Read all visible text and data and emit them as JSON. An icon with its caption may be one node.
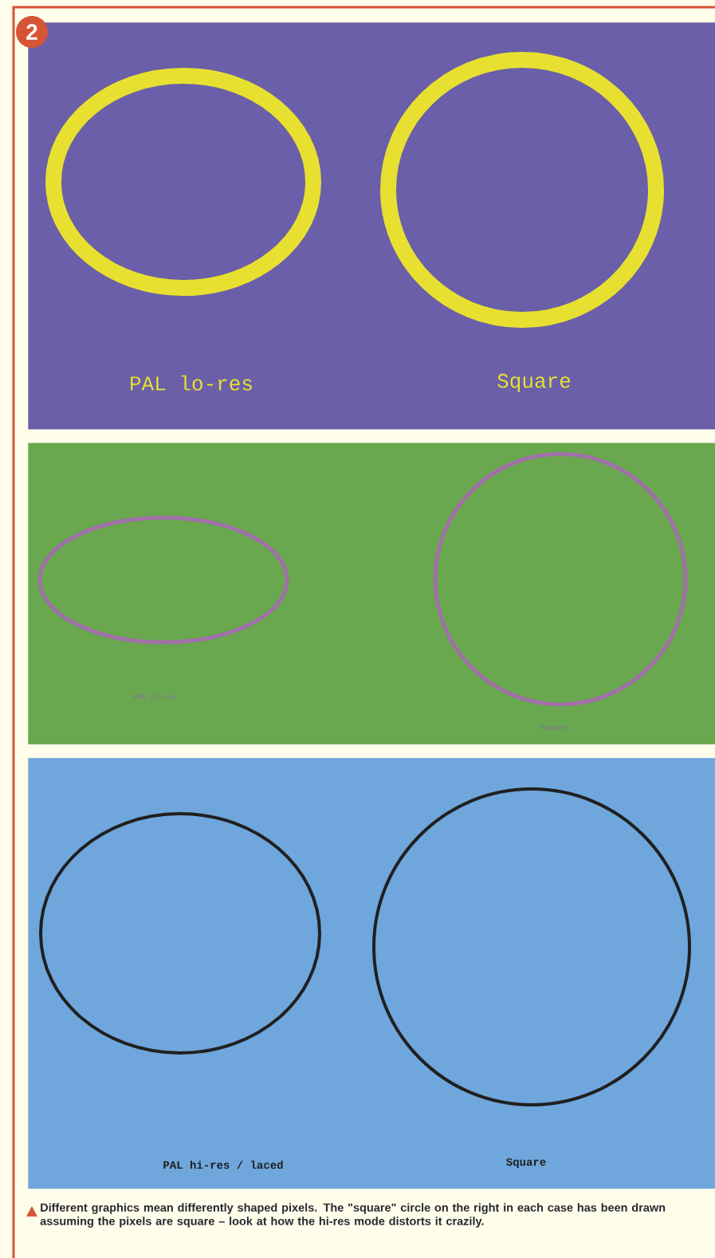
{
  "diagram": {
    "caption": "Different graphics mean differently shaped pixels. The \"square\" circle on the right in each case has been drawn assuming the pixels are square – look at how the hi-res mode distorts it crazily.",
    "nodes": [
      {
        "text": [
          "2"
        ]
      },
      {
        "text": [
          "PAL lo-res",
          "Square"
        ]
      },
      {
        "text": [
          "PAL hi-res",
          "Square"
        ]
      },
      {
        "text": [
          "PAL hi-res / laced",
          "Square"
        ]
      }
    ]
  }
}
